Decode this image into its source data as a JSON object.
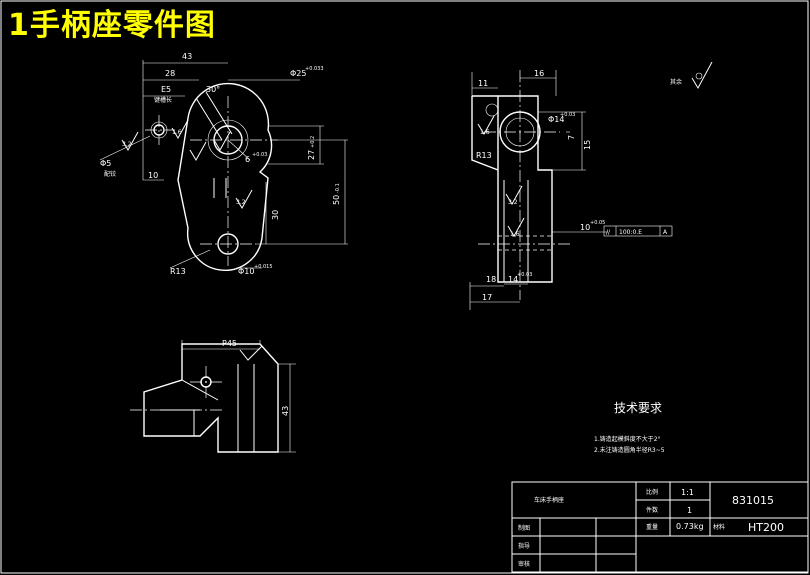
{
  "title": "1手柄座零件图",
  "roughness_note": "其余",
  "front_view": {
    "dims": {
      "d43": "43",
      "d28": "28",
      "e25": "E5",
      "angle30": "30°",
      "dia25": "Φ25",
      "dia25_tol": "+0.033",
      "h27": "27",
      "h27_tol": "+0.2",
      "h50": "50",
      "h50_tol": "-0.1",
      "h30": "30",
      "w10": "10",
      "r13": "R13",
      "dia10": "Φ10",
      "dia10_tol": "+0.015",
      "dia5": "Φ5",
      "dia5_note": "配铰",
      "r6": "6",
      "r6_tol": "+0.03",
      "ra_a": "1.6",
      "ra_b": "3.2",
      "ra_c": "3.2",
      "keyway": "键槽长"
    }
  },
  "side_view": {
    "dims": {
      "w11": "11",
      "w16": "16",
      "dia14": "Φ14",
      "dia14_tol": "+0.03",
      "h7": "7",
      "h15": "15",
      "r13": "R13",
      "w18": "18",
      "w14": "14",
      "w14_tol": "+0.03",
      "w17": "17",
      "d10": "10",
      "d10_tol": "+0.05",
      "tol_symbol": "//",
      "tol_value": "100:0.E",
      "tol_datum": "A",
      "ra_a": "1.6",
      "ra_b": "3.2",
      "ra_c": "1.6"
    }
  },
  "top_view": {
    "dims": {
      "p45": "P45",
      "h43": "43"
    }
  },
  "tech_req": {
    "heading": "技术要求",
    "items": [
      "1.铸造起模斜度不大于2°",
      "2.未注铸造圆角半径R3~5"
    ]
  },
  "title_block": {
    "part_name": "车床手柄座",
    "scale_label": "比例",
    "scale_value": "1:1",
    "qty_label": "件数",
    "qty_value": "1",
    "weight_label": "重量",
    "weight_value": "0.73kg",
    "material_label": "材料",
    "material_value": "HT200",
    "drawing_no": "831015",
    "draw_label": "制图",
    "guide_label": "指导",
    "review_label": "审核"
  }
}
